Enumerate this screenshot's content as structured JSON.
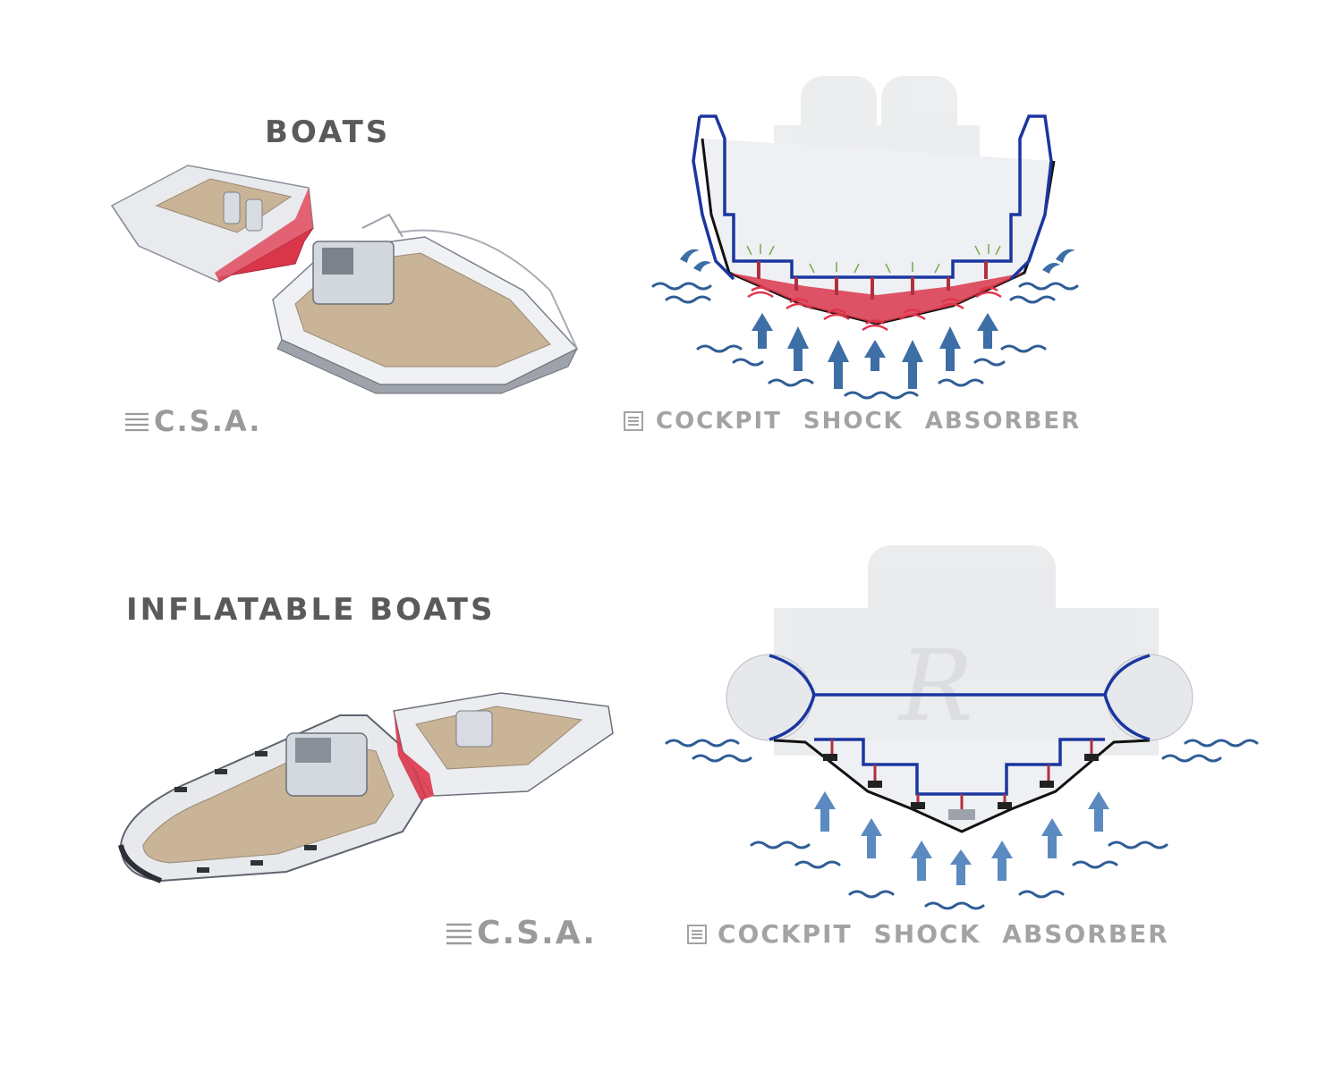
{
  "sections": [
    {
      "title": "BOATS",
      "logo_text": "C.S.A.",
      "caption_words": [
        "COCKPIT",
        "SHOCK",
        "ABSORBER"
      ]
    },
    {
      "title": "INFLATABLE BOATS",
      "logo_text": "C.S.A.",
      "caption_words": [
        "COCKPIT",
        "SHOCK",
        "ABSORBER"
      ]
    }
  ],
  "colors": {
    "title": "#5a5a5a",
    "outline_blue": "#1a36a0",
    "hull_red": "#d9364a",
    "water_blue": "#2f5d96",
    "arrow_blue": "#3d6ea6",
    "caption_grey": "#a3a3a3"
  },
  "icons": [
    "spring-icon",
    "boat-illustration",
    "inflatable-boat-illustration",
    "hull-cross-section-diagram",
    "arrow-up-icon",
    "wave-icon"
  ]
}
